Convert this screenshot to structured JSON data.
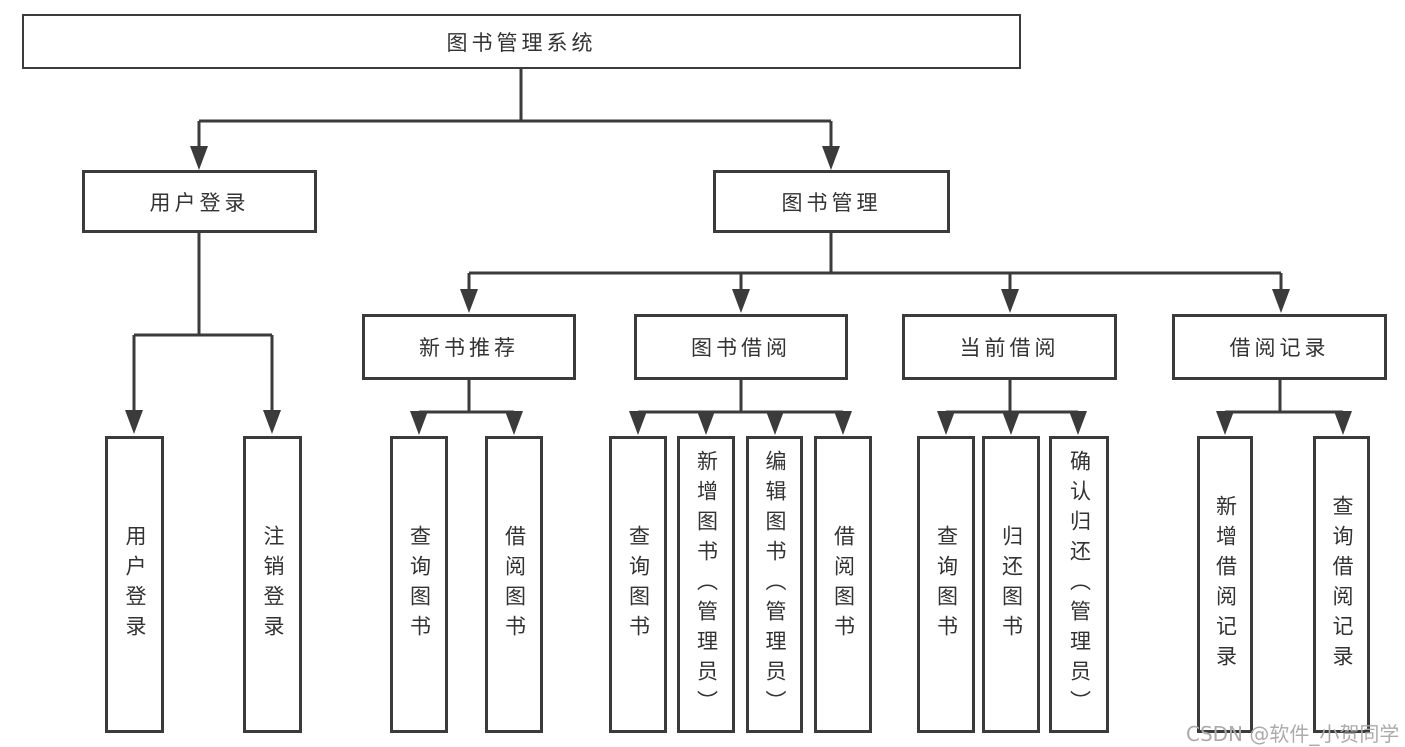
{
  "diagram": {
    "root": {
      "label": "图书管理系统"
    },
    "branches": [
      {
        "label": "用户登录",
        "children": [
          {
            "label": "用户登录"
          },
          {
            "label": "注销登录"
          }
        ]
      },
      {
        "label": "图书管理",
        "children": [
          {
            "label": "新书推荐",
            "children": [
              {
                "label": "查询图书"
              },
              {
                "label": "借阅图书"
              }
            ]
          },
          {
            "label": "图书借阅",
            "children": [
              {
                "label": "查询图书"
              },
              {
                "label": "新增图书（管理员）"
              },
              {
                "label": "编辑图书（管理员）"
              },
              {
                "label": "借阅图书"
              }
            ]
          },
          {
            "label": "当前借阅",
            "children": [
              {
                "label": "查询图书"
              },
              {
                "label": "归还图书"
              },
              {
                "label": "确认归还（管理员）"
              }
            ]
          },
          {
            "label": "借阅记录",
            "children": [
              {
                "label": "新增借阅记录"
              },
              {
                "label": "查询借阅记录"
              }
            ]
          }
        ]
      }
    ]
  },
  "watermark": {
    "text": "CSDN @软件_小贺同学"
  },
  "colors": {
    "line": "#3b3b3b",
    "text": "#333333",
    "box-bg": "#ffffff",
    "background": "#ffffff",
    "watermark": "#ababab"
  }
}
